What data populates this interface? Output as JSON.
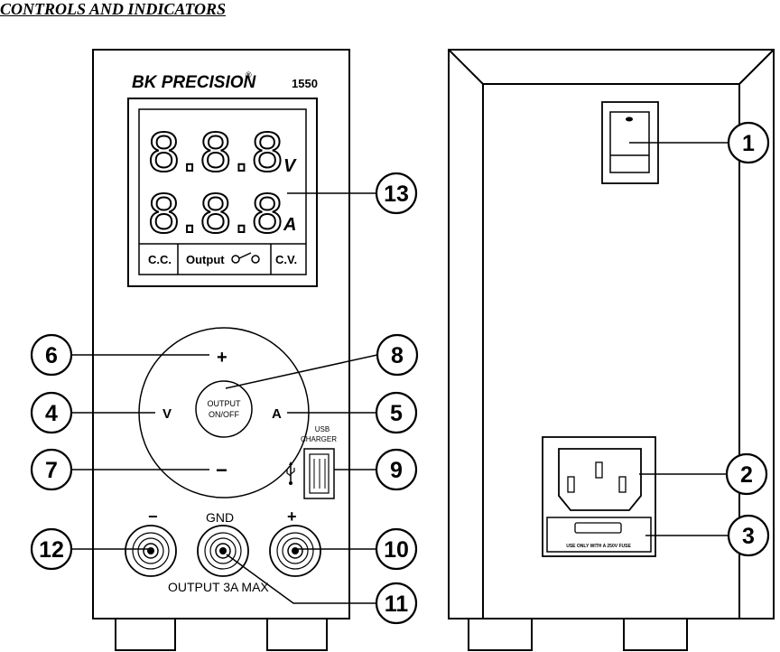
{
  "heading": "CONTROLS AND INDICATORS",
  "front_panel": {
    "brand": "BK PRECISION",
    "brand_mark": "®",
    "model": "1550",
    "display": {
      "voltage_digits": "8.8.8",
      "current_digits": "8.8.8",
      "voltage_unit": "V",
      "current_unit": "A",
      "cc_label": "C.C.",
      "output_label": "Output",
      "cv_label": "C.V."
    },
    "dial": {
      "plus": "+",
      "minus": "−",
      "v": "V",
      "a": "A",
      "button_line1": "OUTPUT",
      "button_line2": "ON/OFF"
    },
    "usb_line1": "USB",
    "usb_line2": "CHARGER",
    "terminals": {
      "neg": "−",
      "gnd": "GND",
      "pos": "+",
      "rating": "OUTPUT 3A MAX"
    }
  },
  "rear_panel": {
    "fuse_label": "USE ONLY WITH A 250V FUSE"
  },
  "callouts": [
    "1",
    "2",
    "3",
    "4",
    "5",
    "6",
    "7",
    "8",
    "9",
    "10",
    "11",
    "12",
    "13"
  ]
}
